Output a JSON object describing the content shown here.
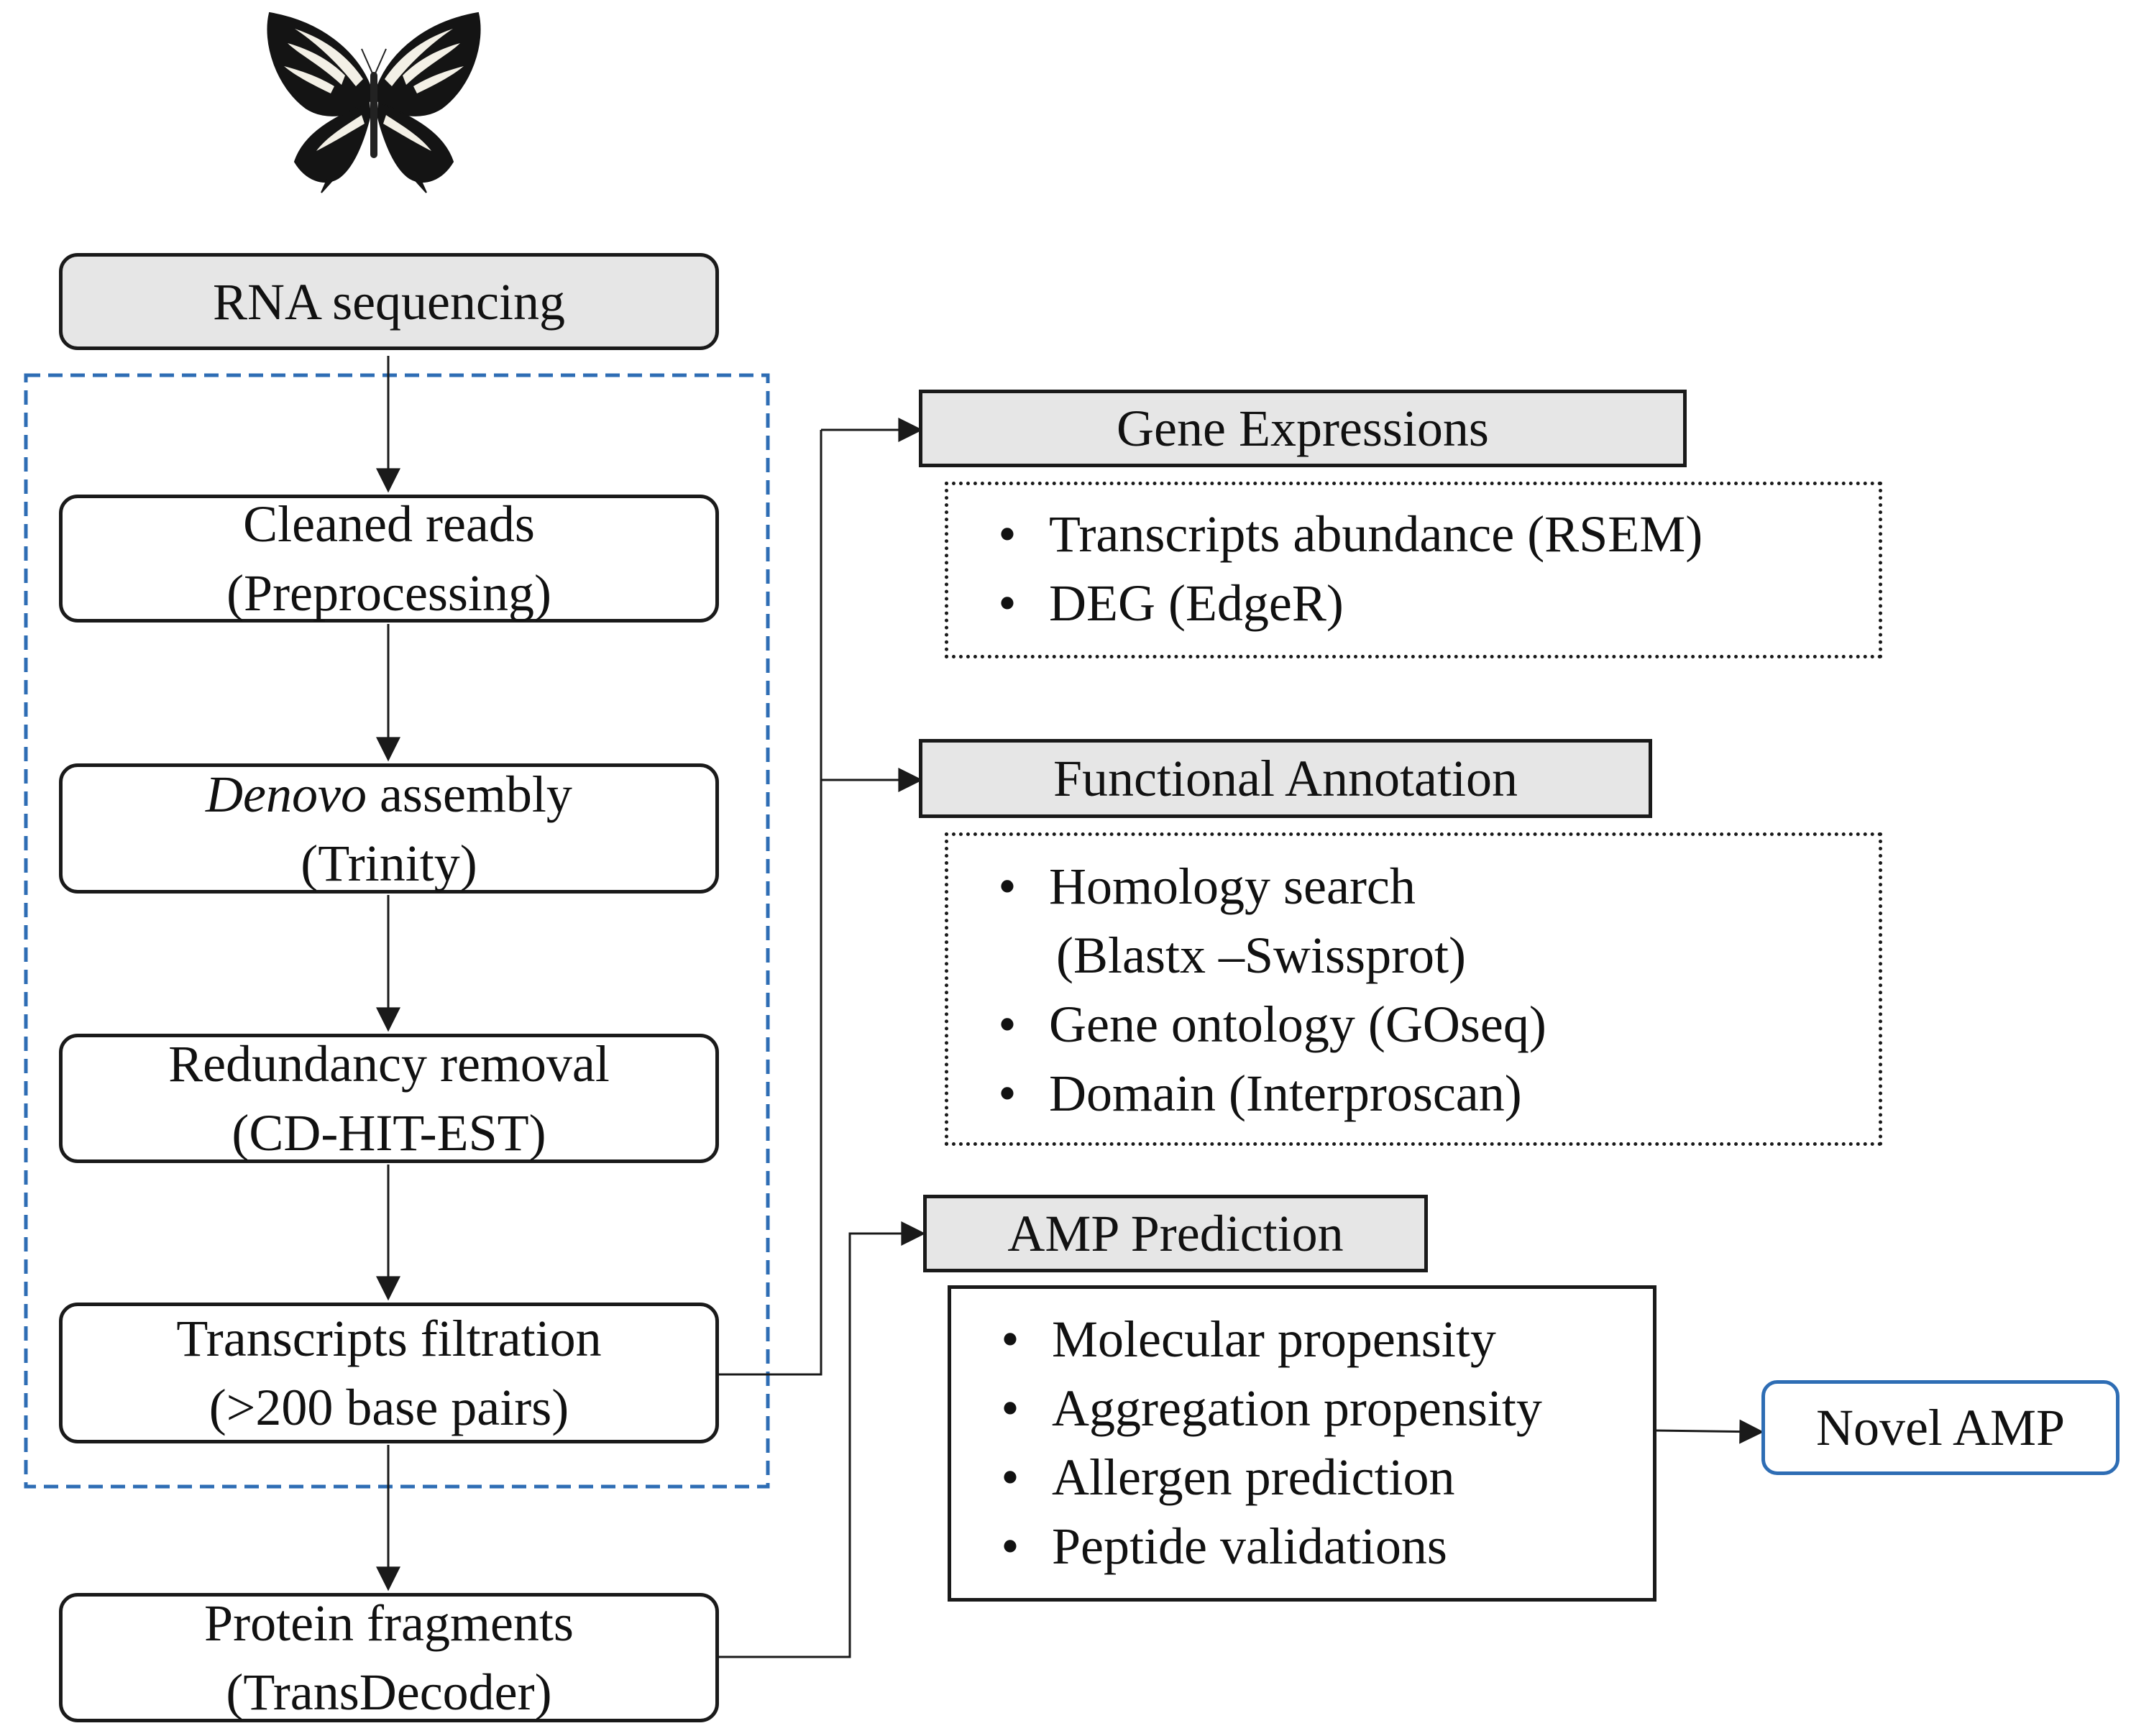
{
  "pipeline": {
    "rna_sequencing": "RNA sequencing",
    "cleaned_reads": {
      "line1": "Cleaned reads",
      "line2": "(Preprocessing)"
    },
    "denovo_assembly": {
      "line1_em": "Denovo",
      "line1_rest": " assembly",
      "line2": "(Trinity)"
    },
    "redundancy_removal": {
      "line1": "Redundancy removal",
      "line2": "(CD-HIT-EST)"
    },
    "transcripts_filtration": {
      "line1": "Transcripts filtration",
      "line2": "(>200 base pairs)"
    },
    "protein_fragments": {
      "line1": "Protein fragments",
      "line2": "(TransDecoder)"
    }
  },
  "gene_expressions": {
    "title": "Gene Expressions",
    "items": [
      "Transcripts abundance (RSEM)",
      "DEG (EdgeR)"
    ]
  },
  "functional_annotation": {
    "title": "Functional Annotation",
    "items": [
      "Homology search",
      "(Blastx –Swissprot)",
      "Gene ontology (GOseq)",
      "Domain (Interproscan)"
    ]
  },
  "amp_prediction": {
    "title": "AMP Prediction",
    "items": [
      "Molecular propensity",
      "Aggregation propensity",
      "Allergen prediction",
      "Peptide validations"
    ]
  },
  "novel_amp": "Novel AMP",
  "bullet": "•",
  "colors": {
    "dashed_border": "#2e6db4",
    "novel_border": "#2e6db4",
    "header_fill": "#e6e6e6",
    "line": "#1a1a1a"
  },
  "icons": [
    "butterfly-icon"
  ]
}
